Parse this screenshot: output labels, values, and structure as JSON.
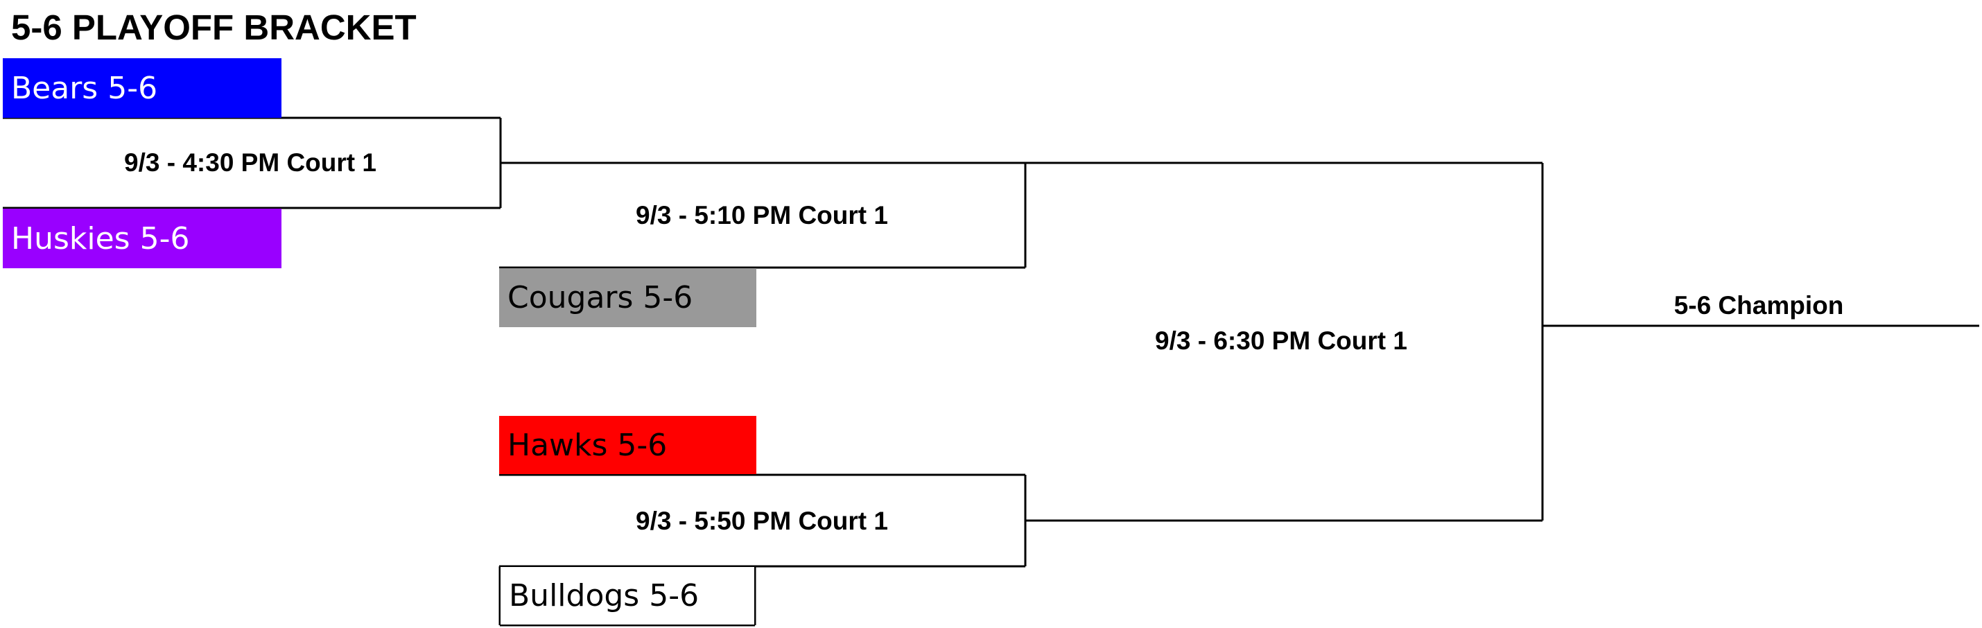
{
  "title": "5-6 PLAYOFF BRACKET",
  "teams": {
    "bears": {
      "label": "Bears 5-6",
      "color": "#0000FF",
      "text_color": "#FFFFFF"
    },
    "huskies": {
      "label": "Huskies 5-6",
      "color": "#9900FF",
      "text_color": "#FFFFFF"
    },
    "cougars": {
      "label": "Cougars 5-6",
      "color": "#999999",
      "text_color": "#000000"
    },
    "hawks": {
      "label": "Hawks 5-6",
      "color": "#FF0000",
      "text_color": "#000000"
    },
    "bulldogs": {
      "label": "Bulldogs 5-6",
      "color": "#FFFFFF",
      "text_color": "#000000"
    }
  },
  "games": {
    "game1": "9/3 - 4:30 PM Court 1",
    "game2": "9/3 - 5:10 PM Court 1",
    "game3": "9/3 - 5:50 PM Court 1",
    "final": "9/3 - 6:30 PM Court 1"
  },
  "champion_label": "5-6 Champion"
}
